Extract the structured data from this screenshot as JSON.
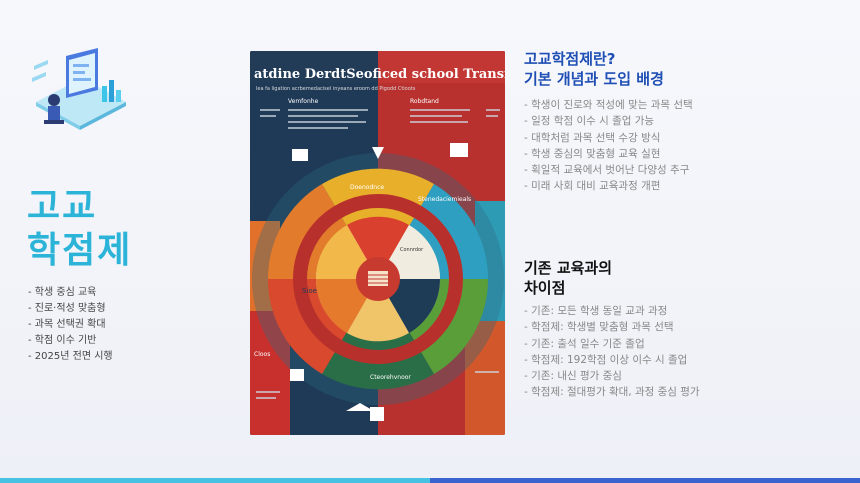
{
  "left": {
    "title_line1": "고교",
    "title_line2": "학점제",
    "bullets": [
      "- 학생 중심 교육",
      "- 진로·적성 맞춤형",
      "- 과목 선택권 확대",
      "- 학점 이수 기반",
      "- 2025년 전면 시행"
    ]
  },
  "poster": {
    "title": "atdine DerdtSeoficed school Transitioon",
    "sub": "lea fa ligation acrbemedacisel inyeans    eroom dd Pigodd Ctioots",
    "label_a": "Vemfonhe",
    "label_b": "Robdtand",
    "center_label": "Doenodnce",
    "inner_label": "Connrdor",
    "left_mid": "Sioe",
    "left_low": "Cloos",
    "arc_top": "Stenedaciemieals",
    "arc_bottom": "Cteorehvnoor"
  },
  "right": {
    "section1_title_line1": "고교학점제란?",
    "section1_title_line2": "기본 개념과 도입 배경",
    "section1_items": [
      "- 학생이 진로와 적성에 맞는 과목 선택",
      "- 일정 학점 이수 시 졸업 가능",
      "- 대학처럼 과목 선택 수강 방식",
      "- 학생 중심의 맞춤형 교육 실현",
      "- 획일적 교육에서 벗어난 다양성 추구",
      "- 미래 사회 대비 교육과정 개편"
    ],
    "section2_title_line1": "기존 교육과의",
    "section2_title_line2": "차이점",
    "section2_items": [
      "- 기존: 모든 학생 동일 교과 과정",
      "- 학점제: 학생별 맞춤형 과목 선택",
      "- 기존: 출석 일수 기준 졸업",
      "- 학점제: 192학점 이상 이수 시 졸업",
      "- 기존: 내신 평가 중심",
      "- 학점제: 절대평가 확대, 과정 중심 평가"
    ]
  },
  "colors": {
    "accent_cyan": "#2bb4d8",
    "accent_blue": "#1f4fb5",
    "bar_left": "#47c2e3",
    "bar_right": "#3b63d0"
  }
}
